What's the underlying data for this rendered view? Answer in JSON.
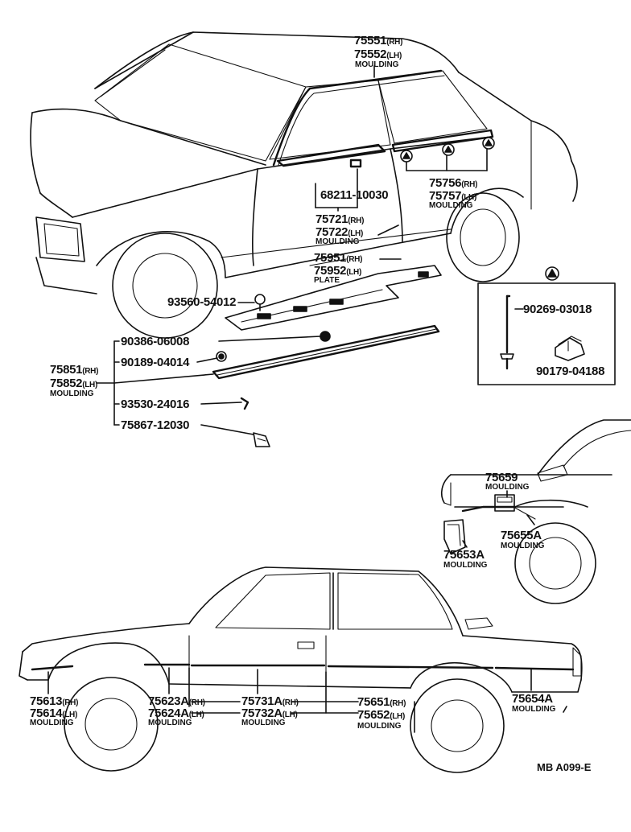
{
  "diagram_id": "MB A099-E",
  "marker": "A",
  "callouts": {
    "roof_moulding": {
      "rh": "75551",
      "lh": "75552",
      "rh_sfx": "(RH)",
      "lh_sfx": "(LH)",
      "name": "MOULDING"
    },
    "window_moulding": {
      "rh": "75756",
      "lh": "75757",
      "rh_sfx": "(RH)",
      "lh_sfx": "(LH)",
      "name": "MOULDING"
    },
    "clip_68211": {
      "part": "68211-10030"
    },
    "belt_moulding": {
      "rh": "75721",
      "lh": "75722",
      "rh_sfx": "(RH)",
      "lh_sfx": "(LH)",
      "name": "MOULDING"
    },
    "scuff_plate": {
      "rh": "75951",
      "lh": "75952",
      "rh_sfx": "(RH)",
      "lh_sfx": "(LH)",
      "name": "PLATE"
    },
    "screw_93560": {
      "part": "93560-54012"
    },
    "rocker_group": {
      "parts": [
        "90386-06008",
        "90189-04014",
        "93530-24016",
        "75867-12030"
      ],
      "rh": "75851",
      "lh": "75852",
      "rh_sfx": "(RH)",
      "lh_sfx": "(LH)",
      "name": "MOULDING"
    },
    "detail_A": {
      "bolt": "90269-03018",
      "nut": "90179-04188"
    },
    "rear_corner_upper": {
      "part": "75659",
      "name": "MOULDING"
    },
    "rear_corner_655": {
      "part": "75655A",
      "name": "MOULDING"
    },
    "rear_corner_653": {
      "part": "75653A",
      "name": "MOULDING"
    },
    "front_corner": {
      "rh": "75613",
      "lh": "75614",
      "rh_sfx": "(RH)",
      "lh_sfx": "(LH)",
      "name": "MOULDING"
    },
    "fender_side": {
      "rh": "75623A",
      "lh": "75624A",
      "rh_sfx": "(RH)",
      "lh_sfx": "(LH)",
      "name": "MOULDING"
    },
    "door_side": {
      "rh": "75731A",
      "lh": "75732A",
      "rh_sfx": "(RH)",
      "lh_sfx": "(LH)",
      "name": "MOULDING"
    },
    "quarter_side": {
      "rh": "75651",
      "lh": "75652",
      "rh_sfx": "(RH)",
      "lh_sfx": "(LH)",
      "name": "MOULDING"
    },
    "rear_end": {
      "part": "75654A",
      "name": "MOULDING"
    }
  }
}
